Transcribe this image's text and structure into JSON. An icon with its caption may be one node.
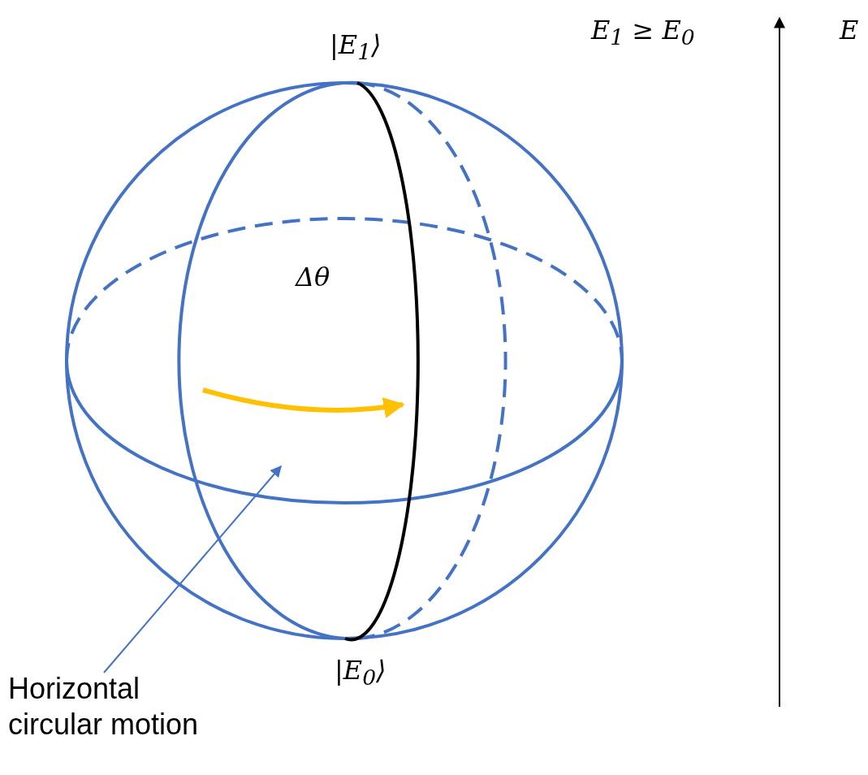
{
  "diagram": {
    "nodes": [
      {
        "text": [
          "Horizontal circular motion"
        ]
      },
      {
        "text": [],
        "shape": "picture"
      }
    ],
    "edges": [
      {
        "from": 0,
        "to": 1,
        "arrow": "to"
      }
    ],
    "labels": [
      "E$_{1}$ ≥ E$_{0}$",
      "E",
      "|E$_{1}$⟩",
      "Δθ",
      "|E$_{0}$⟩"
    ]
  }
}
